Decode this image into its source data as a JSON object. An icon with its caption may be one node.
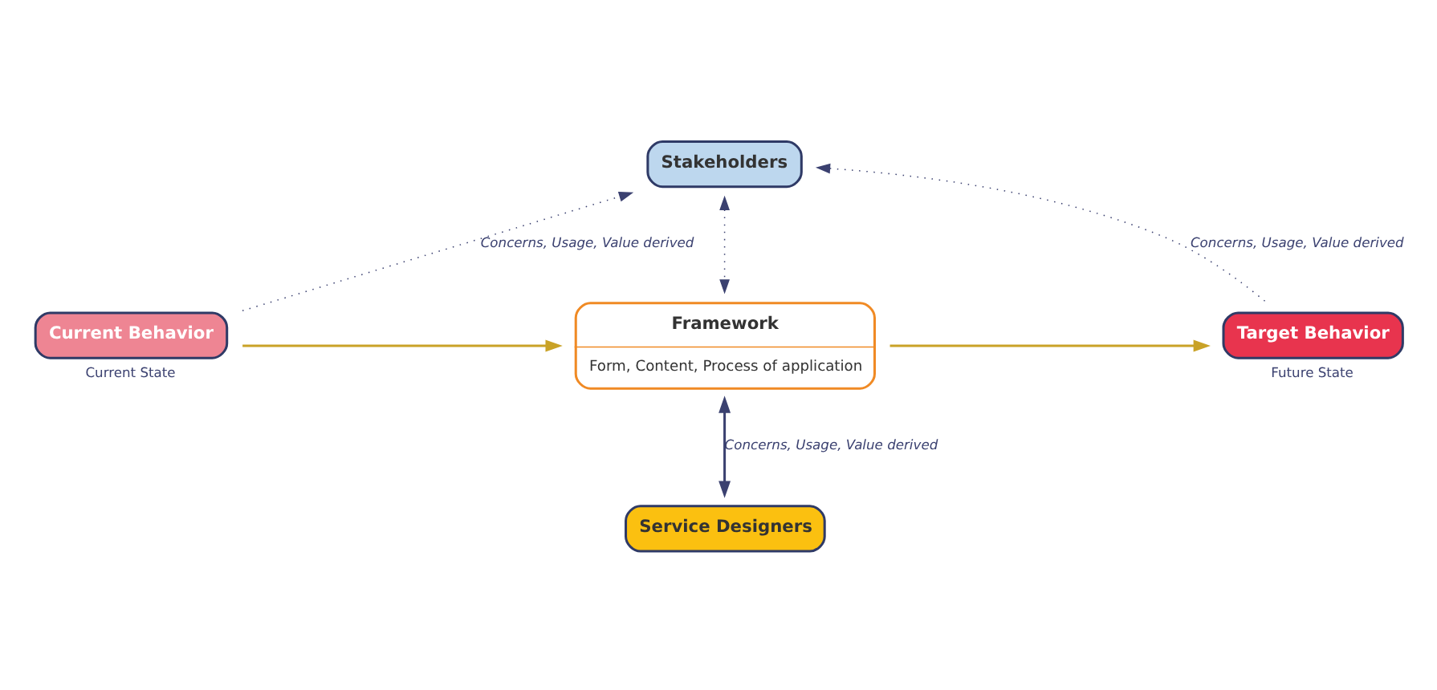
{
  "diagram": {
    "nodes": [
      {
        "text": [
          "Stakeholders"
        ]
      },
      {
        "text": [
          "Current Behavior"
        ],
        "beside": [
          "Current State"
        ]
      },
      {
        "text": [
          "Framework",
          "Form, Content, Process of application"
        ]
      },
      {
        "text": [
          "Target Behavior"
        ],
        "beside": [
          "Future State"
        ]
      },
      {
        "text": [
          "Service Designers"
        ]
      }
    ],
    "edges": [
      {
        "from": 1,
        "to": 0,
        "arrow": "to",
        "style": "dashed",
        "label": "Concerns, Usage, Value derived"
      },
      {
        "from": 3,
        "to": 0,
        "arrow": "to",
        "style": "dashed",
        "label": "Concerns, Usage, Value derived"
      },
      {
        "from": 0,
        "to": 2,
        "arrow": "both",
        "style": "dashed"
      },
      {
        "from": 1,
        "to": 2,
        "arrow": "to",
        "color": "#c9a227"
      },
      {
        "from": 2,
        "to": 3,
        "arrow": "to",
        "color": "#c9a227"
      },
      {
        "from": 2,
        "to": 4,
        "arrow": "both",
        "label": "Concerns, Usage, Value derived"
      }
    ]
  }
}
